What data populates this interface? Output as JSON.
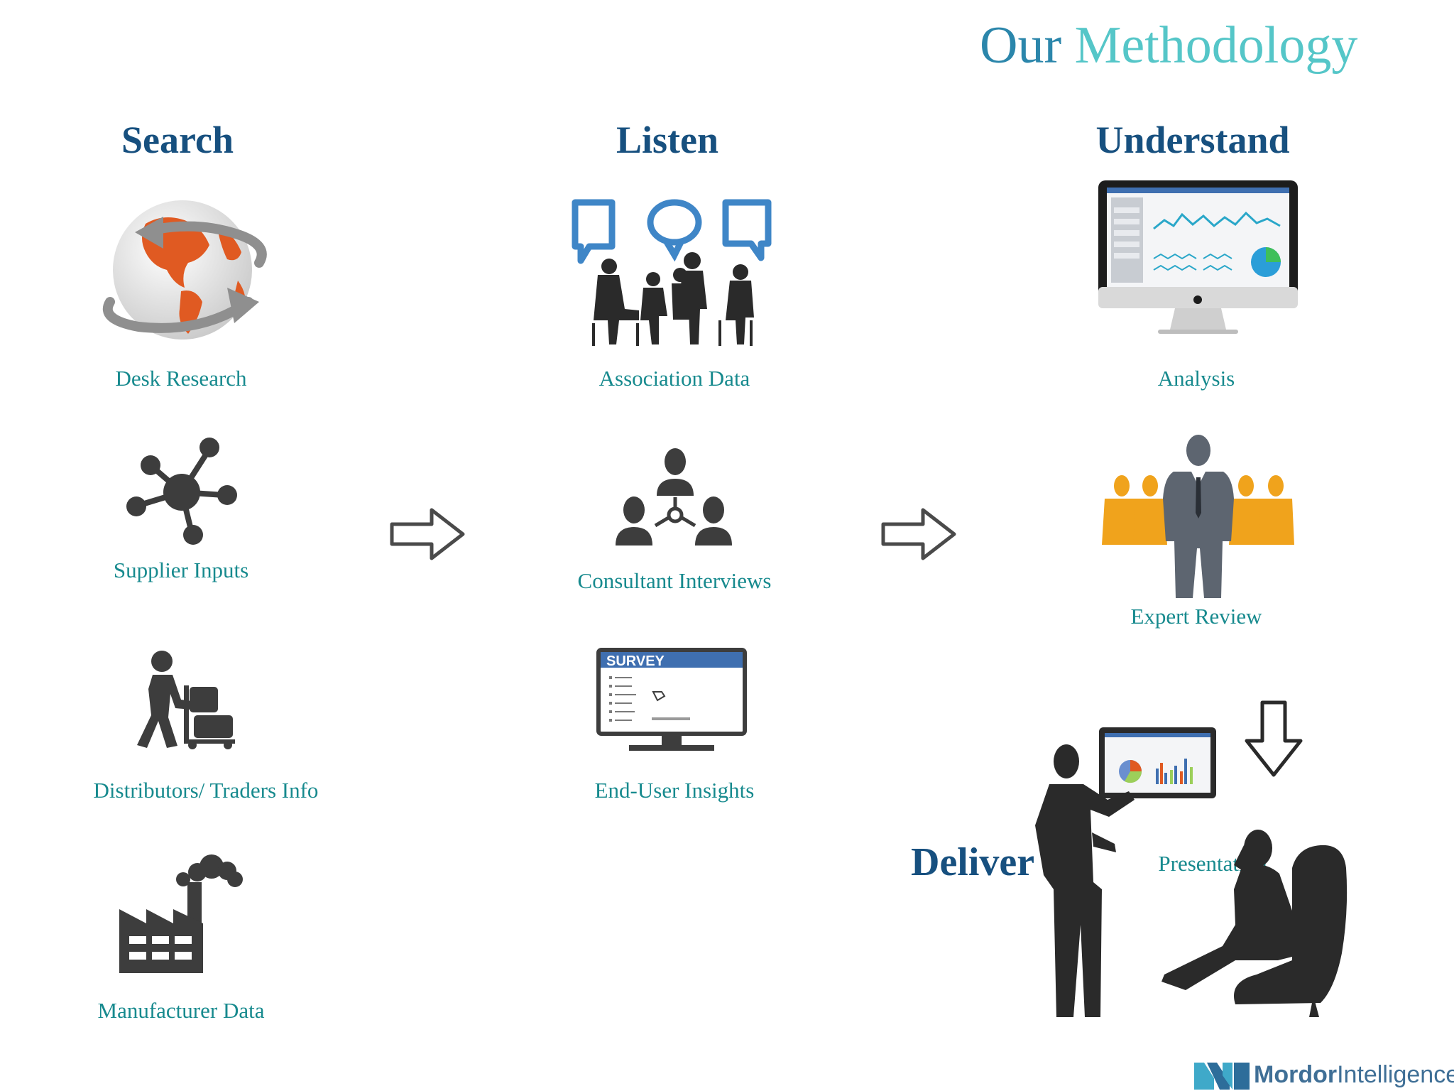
{
  "title": {
    "first": "Our ",
    "second": "Methodology"
  },
  "stages": {
    "search": "Search",
    "listen": "Listen",
    "understand": "Understand",
    "deliver": "Deliver"
  },
  "items": {
    "desk_research": "Desk Research",
    "supplier_inputs": "Supplier Inputs",
    "distributors": "Distributors/ Traders Info",
    "manufacturer": "Manufacturer Data",
    "association": "Association Data",
    "consultant": "Consultant Interviews",
    "end_user": "End-User Insights",
    "analysis": "Analysis",
    "expert_review": "Expert Review",
    "presentation": "Presentation"
  },
  "survey_screen_text": "SURVEY",
  "brand": {
    "bold": "Mordor",
    "light": "Intelligence"
  },
  "colors": {
    "stage_heading": "#17507f",
    "item_label": "#178a8e",
    "title_dark": "#2b86ab",
    "title_light": "#55c6c8",
    "icon_gray": "#3d3d3d",
    "accent_orange": "#f0a31c",
    "globe_orange": "#e05a22",
    "bubble_blue": "#3f86c7"
  },
  "icons": [
    "globe-arrow-icon",
    "network-icon",
    "worker-cart-icon",
    "factory-icon",
    "discussion-group-icon",
    "consultant-network-icon",
    "survey-monitor-icon",
    "analytics-monitor-icon",
    "expert-team-icon",
    "presentation-scene-icon",
    "right-arrow-icon",
    "down-arrow-icon"
  ]
}
